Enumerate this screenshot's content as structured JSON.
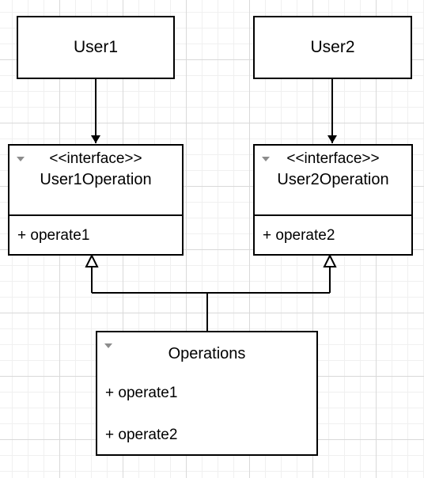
{
  "actors": {
    "user1": "User1",
    "user2": "User2"
  },
  "interfaces": {
    "user1_operation": {
      "stereotype": "<<interface>>",
      "name": "User1Operation",
      "members": [
        "+ operate1"
      ]
    },
    "user2_operation": {
      "stereotype": "<<interface>>",
      "name": "User2Operation",
      "members": [
        "+ operate2"
      ]
    }
  },
  "operations_class": {
    "name": "Operations",
    "members": [
      "+ operate1",
      "+ operate2"
    ]
  },
  "colors": {
    "stroke": "#000000",
    "collapse_marker": "#8c8c8c",
    "grid_major": "#d9d9d9",
    "grid_minor": "#f0f0f0"
  }
}
